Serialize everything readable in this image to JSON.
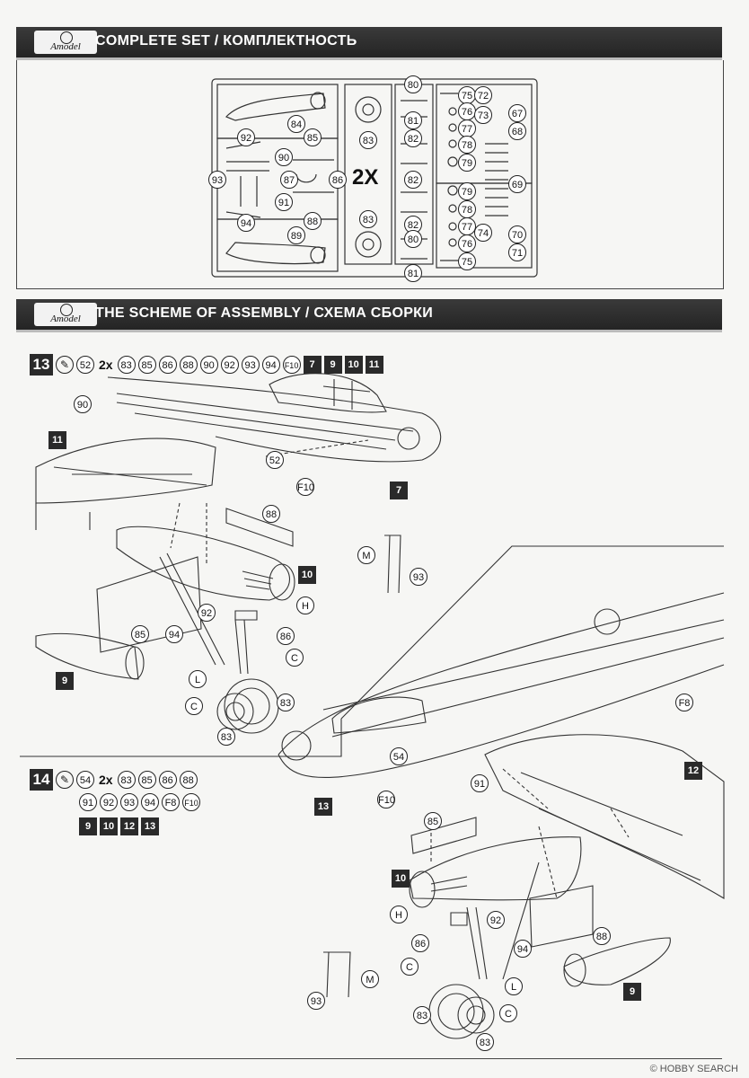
{
  "header1": {
    "logo_text": "Amodel",
    "title": "COMPLETE SET / КОМПЛЕКТНОСТЬ"
  },
  "header2": {
    "logo_text": "Amodel",
    "title": "THE SCHEME OF ASSEMBLY / СХЕМА СБОРКИ"
  },
  "sprue": {
    "multiplier": "2X",
    "labels": [
      "84",
      "85",
      "92",
      "90",
      "93",
      "87",
      "86",
      "91",
      "94",
      "88",
      "89",
      "83",
      "83",
      "80",
      "81",
      "82",
      "82",
      "82",
      "80",
      "81",
      "75",
      "72",
      "76",
      "73",
      "67",
      "77",
      "68",
      "78",
      "69",
      "79",
      "79",
      "78",
      "77",
      "76",
      "74",
      "70",
      "75",
      "71"
    ]
  },
  "step13": {
    "number": "13",
    "parts": [
      "52",
      "2x",
      "83",
      "85",
      "86",
      "88",
      "90",
      "92",
      "93",
      "94",
      "F10"
    ],
    "subassemblies": [
      "7",
      "9",
      "10",
      "11"
    ],
    "callouts": [
      "90",
      "11",
      "52",
      "F10",
      "7",
      "88",
      "M",
      "93",
      "10",
      "H",
      "92",
      "85",
      "94",
      "86",
      "C",
      "L",
      "C",
      "83",
      "83",
      "9"
    ]
  },
  "step14": {
    "number": "14",
    "parts_line1": [
      "54",
      "2x",
      "83",
      "85",
      "86",
      "88"
    ],
    "parts_line2": [
      "91",
      "92",
      "93",
      "94",
      "F8",
      "F10"
    ],
    "subassemblies": [
      "9",
      "10",
      "12",
      "13"
    ],
    "callouts": [
      "F8",
      "12",
      "54",
      "91",
      "13",
      "F10",
      "85",
      "10",
      "H",
      "86",
      "92",
      "94",
      "88",
      "C",
      "L",
      "93",
      "M",
      "83",
      "C",
      "83",
      "9"
    ]
  },
  "watermark": "© HOBBY SEARCH"
}
